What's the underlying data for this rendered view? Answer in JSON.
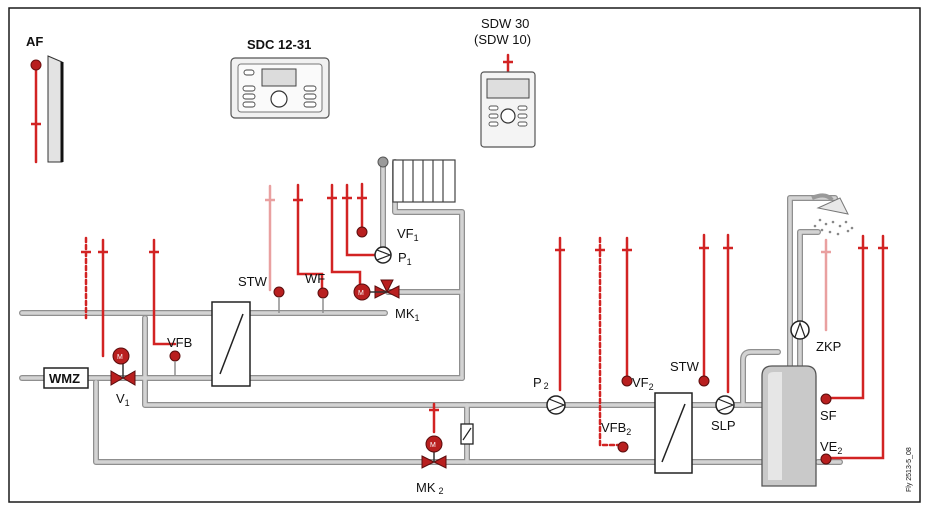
{
  "colors": {
    "pipe": "#c4c4c4",
    "pipe_edge": "#8f8f8f",
    "signal": "#d22323",
    "sensor": "#b81f1f",
    "frame": "#1a1a1a"
  },
  "labels": {
    "af": "AF",
    "controller": "SDC 12-31",
    "remote": "SDW 30",
    "remote_alt": "(SDW 10)",
    "wmz": "WMZ",
    "v1": "V",
    "v1_sub": "1",
    "vfb": "VFB",
    "stw_left": "STW",
    "wf": "WF",
    "vf1": "VF",
    "vf1_sub": "1",
    "p1": "P",
    "p1_sub": "1",
    "mk1": "MK",
    "mk1_sub": "1",
    "mk2": "MK",
    "mk2_sub": "2",
    "p2": "P",
    "p2_sub": "2",
    "vf2": "VF",
    "vf2_sub": "2",
    "vfb2": "VFB",
    "vfb2_sub": "2",
    "stw_right": "STW",
    "slp": "SLP",
    "zkp": "ZKP",
    "sf": "SF",
    "ve2": "VE",
    "ve2_sub": "2",
    "doc_code": "Fly 2513-5_08"
  },
  "icons": {
    "outdoor_sensor": "outdoor-sensor-icon",
    "controller": "controller-icon",
    "remote_unit": "remote-unit-icon",
    "radiator": "radiator-icon",
    "shower": "shower-icon",
    "storage_tank": "storage-tank-icon",
    "heat_exchanger": "heat-exchanger-icon",
    "pump": "pump-icon",
    "mixing_valve": "mixing-valve-icon",
    "check_valve": "check-valve-icon"
  }
}
